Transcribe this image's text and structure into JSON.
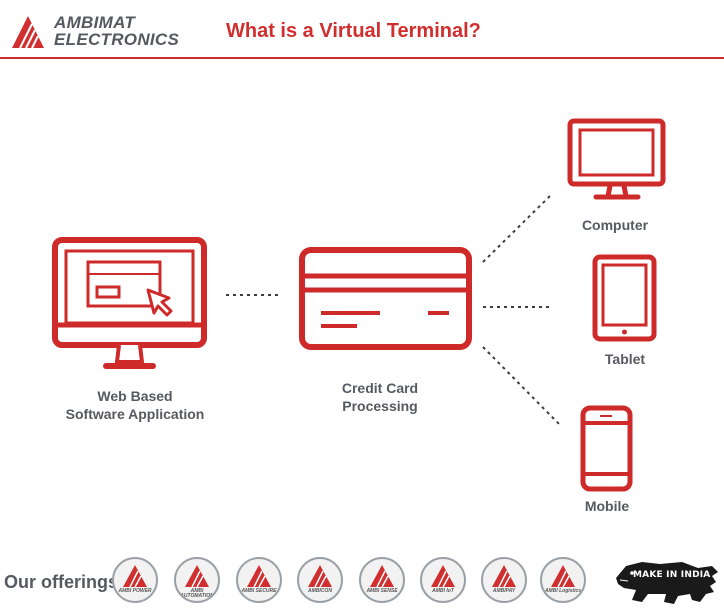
{
  "header": {
    "brand_line1": "AMBIMAT",
    "brand_line2": "ELECTRONICS",
    "title": "What is a Virtual Terminal?"
  },
  "diagram": {
    "web_app_label_line1": "Web Based",
    "web_app_label_line2": "Software Application",
    "card_label_line1": "Credit Card",
    "card_label_line2": "Processing",
    "computer_label": "Computer",
    "tablet_label": "Tablet",
    "mobile_label": "Mobile"
  },
  "offerings": {
    "label": "Our offerings:",
    "items": [
      "AMBI POWER",
      "AMBI AUTOMATION",
      "AMBI SECURE",
      "AMBICON",
      "AMBI SENSE",
      "AMBI IoT",
      "AMBIPAY",
      "AMBI Logistics"
    ],
    "make_in_india": "MAKE IN INDIA"
  },
  "colors": {
    "accent": "#cf2a2a",
    "text": "#555a60"
  }
}
